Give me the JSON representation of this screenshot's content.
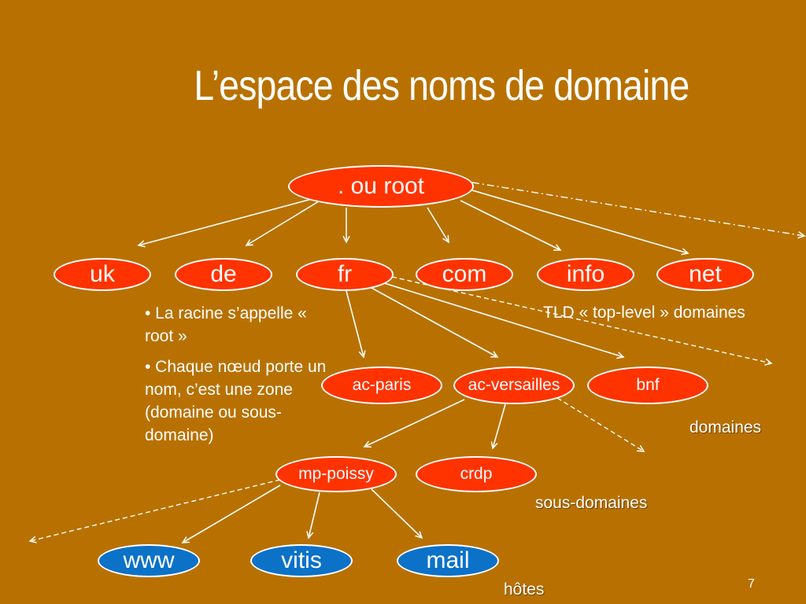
{
  "slide": {
    "title": "L’espace des noms de domaine",
    "page_number": "7",
    "colors": {
      "background": "#B87100",
      "domain_node": "#FF3300",
      "host_node": "#0B72C8",
      "text": "#FFFFFF"
    }
  },
  "tree": {
    "root": ". ou root",
    "tlds": [
      "uk",
      "de",
      "fr",
      "com",
      "info",
      "net"
    ],
    "domains": [
      "ac-paris",
      "ac-versailles",
      "bnf"
    ],
    "subdomains": [
      "mp-poissy",
      "crdp"
    ],
    "hosts": [
      "www",
      "vitis",
      "mail"
    ]
  },
  "notes": {
    "bullet1": "• La racine s’appelle « root »",
    "bullet2": "• Chaque nœud porte un nom, c’est une zone (domaine ou sous-domaine)"
  },
  "labels": {
    "tld": "TLD « top-level » domaines",
    "domains": "domaines",
    "subdomains": "sous-domaines",
    "hosts": "hôtes"
  }
}
